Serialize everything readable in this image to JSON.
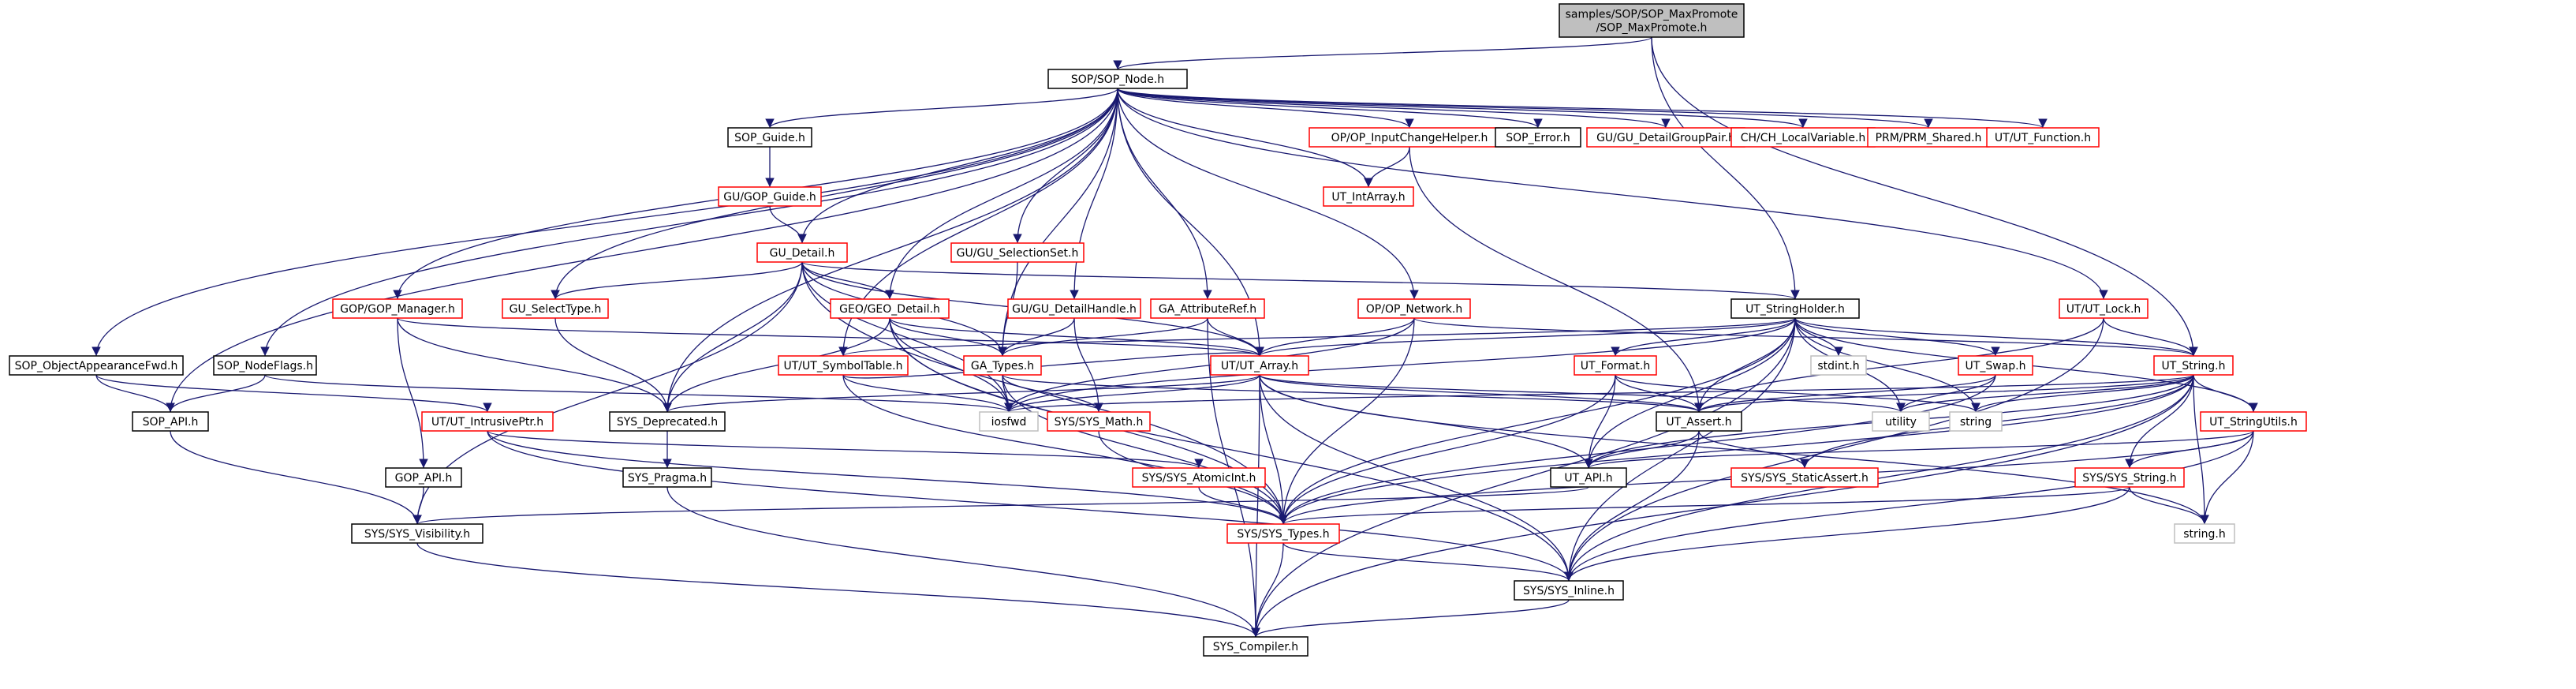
{
  "colors": {
    "edge": "#191970",
    "text_default": "#000000",
    "text_link_red": "#000000",
    "border_default": "#000000",
    "border_red": "#ff0000",
    "border_gray": "#bfbfbf",
    "root_fill": "#bfbfbf"
  },
  "nodes": [
    {
      "id": "root",
      "label": "samples/SOP/SOP_MaxPromote\n/SOP_MaxPromote.h",
      "style": "root"
    },
    {
      "id": "sop_node",
      "label": "SOP/SOP_Node.h",
      "style": "black"
    },
    {
      "id": "sop_guide",
      "label": "SOP_Guide.h",
      "style": "black"
    },
    {
      "id": "op_input",
      "label": "OP/OP_InputChangeHelper.h",
      "style": "red"
    },
    {
      "id": "sop_error",
      "label": "SOP_Error.h",
      "style": "black"
    },
    {
      "id": "gu_detailgroup",
      "label": "GU/GU_DetailGroupPair.h",
      "style": "red"
    },
    {
      "id": "ch_local",
      "label": "CH/CH_LocalVariable.h",
      "style": "red"
    },
    {
      "id": "prm_shared",
      "label": "PRM/PRM_Shared.h",
      "style": "red"
    },
    {
      "id": "ut_function",
      "label": "UT/UT_Function.h",
      "style": "red"
    },
    {
      "id": "gu_gop_guide",
      "label": "GU/GOP_Guide.h",
      "style": "red"
    },
    {
      "id": "ut_intarray",
      "label": "UT_IntArray.h",
      "style": "red"
    },
    {
      "id": "gu_detail",
      "label": "GU_Detail.h",
      "style": "red"
    },
    {
      "id": "gu_selectionset",
      "label": "GU/GU_SelectionSet.h",
      "style": "red"
    },
    {
      "id": "gop_manager",
      "label": "GOP/GOP_Manager.h",
      "style": "red"
    },
    {
      "id": "gu_selecttype",
      "label": "GU_SelectType.h",
      "style": "red"
    },
    {
      "id": "geo_detail",
      "label": "GEO/GEO_Detail.h",
      "style": "red"
    },
    {
      "id": "gu_detailhandle",
      "label": "GU/GU_DetailHandle.h",
      "style": "red"
    },
    {
      "id": "ga_attribref",
      "label": "GA_AttributeRef.h",
      "style": "red"
    },
    {
      "id": "op_network",
      "label": "OP/OP_Network.h",
      "style": "red"
    },
    {
      "id": "ut_stringholder",
      "label": "UT_StringHolder.h",
      "style": "black"
    },
    {
      "id": "ut_lock",
      "label": "UT/UT_Lock.h",
      "style": "red"
    },
    {
      "id": "sop_objapp",
      "label": "SOP_ObjectAppearanceFwd.h",
      "style": "black"
    },
    {
      "id": "sop_nodeflags",
      "label": "SOP_NodeFlags.h",
      "style": "black"
    },
    {
      "id": "ut_symboltable",
      "label": "UT/UT_SymbolTable.h",
      "style": "red"
    },
    {
      "id": "ga_types",
      "label": "GA_Types.h",
      "style": "red"
    },
    {
      "id": "ut_array",
      "label": "UT/UT_Array.h",
      "style": "red"
    },
    {
      "id": "ut_format",
      "label": "UT_Format.h",
      "style": "red"
    },
    {
      "id": "stdint",
      "label": "stdint.h",
      "style": "gray"
    },
    {
      "id": "ut_swap",
      "label": "UT_Swap.h",
      "style": "red"
    },
    {
      "id": "ut_string",
      "label": "UT_String.h",
      "style": "red"
    },
    {
      "id": "sop_api",
      "label": "SOP_API.h",
      "style": "black"
    },
    {
      "id": "ut_intrusiveptr",
      "label": "UT/UT_IntrusivePtr.h",
      "style": "red"
    },
    {
      "id": "sys_deprecated",
      "label": "SYS_Deprecated.h",
      "style": "black"
    },
    {
      "id": "iosfwd",
      "label": "iosfwd",
      "style": "gray"
    },
    {
      "id": "sys_math",
      "label": "SYS/SYS_Math.h",
      "style": "red"
    },
    {
      "id": "ut_assert",
      "label": "UT_Assert.h",
      "style": "black"
    },
    {
      "id": "utility",
      "label": "utility",
      "style": "gray"
    },
    {
      "id": "string",
      "label": "string",
      "style": "gray"
    },
    {
      "id": "ut_stringutils",
      "label": "UT_StringUtils.h",
      "style": "red"
    },
    {
      "id": "gop_api",
      "label": "GOP_API.h",
      "style": "black"
    },
    {
      "id": "sys_pragma",
      "label": "SYS_Pragma.h",
      "style": "black"
    },
    {
      "id": "sys_atomicint",
      "label": "SYS/SYS_AtomicInt.h",
      "style": "red"
    },
    {
      "id": "ut_api",
      "label": "UT_API.h",
      "style": "black"
    },
    {
      "id": "sys_staticassert",
      "label": "SYS/SYS_StaticAssert.h",
      "style": "red"
    },
    {
      "id": "sys_string",
      "label": "SYS/SYS_String.h",
      "style": "red"
    },
    {
      "id": "sys_visibility",
      "label": "SYS/SYS_Visibility.h",
      "style": "black"
    },
    {
      "id": "sys_types",
      "label": "SYS/SYS_Types.h",
      "style": "red"
    },
    {
      "id": "string_h",
      "label": "string.h",
      "style": "gray"
    },
    {
      "id": "sys_inline",
      "label": "SYS/SYS_Inline.h",
      "style": "black"
    },
    {
      "id": "sys_compiler",
      "label": "SYS_Compiler.h",
      "style": "black"
    }
  ],
  "edges": [
    [
      "root",
      "sop_node"
    ],
    [
      "root",
      "ut_stringholder"
    ],
    [
      "root",
      "ut_string"
    ],
    [
      "sop_node",
      "sop_guide"
    ],
    [
      "sop_node",
      "op_input"
    ],
    [
      "sop_node",
      "sop_error"
    ],
    [
      "sop_node",
      "gu_detailgroup"
    ],
    [
      "sop_node",
      "ch_local"
    ],
    [
      "sop_node",
      "prm_shared"
    ],
    [
      "sop_node",
      "ut_function"
    ],
    [
      "sop_node",
      "ut_intarray"
    ],
    [
      "sop_node",
      "gu_detail"
    ],
    [
      "sop_node",
      "gu_selectionset"
    ],
    [
      "sop_node",
      "gop_manager"
    ],
    [
      "sop_node",
      "gu_selecttype"
    ],
    [
      "sop_node",
      "geo_detail"
    ],
    [
      "sop_node",
      "gu_detailhandle"
    ],
    [
      "sop_node",
      "ga_attribref"
    ],
    [
      "sop_node",
      "op_network"
    ],
    [
      "sop_node",
      "ut_lock"
    ],
    [
      "sop_node",
      "sop_objapp"
    ],
    [
      "sop_node",
      "sop_nodeflags"
    ],
    [
      "sop_node",
      "ut_symboltable"
    ],
    [
      "sop_node",
      "ga_types"
    ],
    [
      "sop_node",
      "ut_array"
    ],
    [
      "sop_node",
      "sop_api"
    ],
    [
      "sop_node",
      "sys_deprecated"
    ],
    [
      "sop_guide",
      "gu_gop_guide"
    ],
    [
      "gu_gop_guide",
      "gu_detail"
    ],
    [
      "op_input",
      "ut_intarray"
    ],
    [
      "op_input",
      "ut_assert"
    ],
    [
      "gu_detail",
      "gu_selecttype"
    ],
    [
      "gu_detail",
      "geo_detail"
    ],
    [
      "gu_detail",
      "ga_types"
    ],
    [
      "gu_detail",
      "ut_stringholder"
    ],
    [
      "gu_detail",
      "ut_array"
    ],
    [
      "gu_detail",
      "sys_deprecated"
    ],
    [
      "gu_detail",
      "iosfwd"
    ],
    [
      "gu_detail",
      "sys_visibility"
    ],
    [
      "gu_detail",
      "sys_types"
    ],
    [
      "gu_selectionset",
      "ga_types"
    ],
    [
      "gop_manager",
      "gop_api"
    ],
    [
      "gop_manager",
      "ut_array"
    ],
    [
      "gop_manager",
      "sys_deprecated"
    ],
    [
      "gu_selecttype",
      "sys_deprecated"
    ],
    [
      "geo_detail",
      "ga_types"
    ],
    [
      "geo_detail",
      "ut_array"
    ],
    [
      "geo_detail",
      "iosfwd"
    ],
    [
      "geo_detail",
      "sys_deprecated"
    ],
    [
      "geo_detail",
      "sys_types"
    ],
    [
      "geo_detail",
      "sys_inline"
    ],
    [
      "gu_detailhandle",
      "ga_types"
    ],
    [
      "gu_detailhandle",
      "sys_math"
    ],
    [
      "ga_attribref",
      "ga_types"
    ],
    [
      "ga_attribref",
      "ut_array"
    ],
    [
      "ga_attribref",
      "sys_compiler"
    ],
    [
      "op_network",
      "ut_array"
    ],
    [
      "op_network",
      "ut_string"
    ],
    [
      "op_network",
      "iosfwd"
    ],
    [
      "op_network",
      "sys_types"
    ],
    [
      "ut_stringholder",
      "ut_symboltable"
    ],
    [
      "ut_stringholder",
      "ut_array"
    ],
    [
      "ut_stringholder",
      "ut_format"
    ],
    [
      "ut_stringholder",
      "stdint"
    ],
    [
      "ut_stringholder",
      "ut_swap"
    ],
    [
      "ut_stringholder",
      "ut_string"
    ],
    [
      "ut_stringholder",
      "ut_assert"
    ],
    [
      "ut_stringholder",
      "utility"
    ],
    [
      "ut_stringholder",
      "string"
    ],
    [
      "ut_stringholder",
      "ut_stringutils"
    ],
    [
      "ut_stringholder",
      "ut_api"
    ],
    [
      "ut_stringholder",
      "sys_types"
    ],
    [
      "ut_stringholder",
      "sys_compiler"
    ],
    [
      "ut_stringholder",
      "sys_inline"
    ],
    [
      "ut_stringholder",
      "iosfwd"
    ],
    [
      "ut_lock",
      "ut_string"
    ],
    [
      "ut_lock",
      "ut_assert"
    ],
    [
      "ut_lock",
      "sys_inline"
    ],
    [
      "sop_objapp",
      "sop_api"
    ],
    [
      "sop_objapp",
      "ut_intrusiveptr"
    ],
    [
      "sop_nodeflags",
      "sop_api"
    ],
    [
      "sop_nodeflags",
      "iosfwd"
    ],
    [
      "ut_symboltable",
      "iosfwd"
    ],
    [
      "ut_symboltable",
      "sys_types"
    ],
    [
      "ut_symboltable",
      "ut_array"
    ],
    [
      "ga_types",
      "sys_math"
    ],
    [
      "ga_types",
      "ut_assert"
    ],
    [
      "ga_types",
      "sys_types"
    ],
    [
      "ga_types",
      "iosfwd"
    ],
    [
      "ut_array",
      "ut_assert"
    ],
    [
      "ut_array",
      "ut_api"
    ],
    [
      "ut_array",
      "sys_types"
    ],
    [
      "ut_array",
      "sys_inline"
    ],
    [
      "ut_array",
      "sys_compiler"
    ],
    [
      "ut_array",
      "string_h"
    ],
    [
      "ut_array",
      "utility"
    ],
    [
      "ut_array",
      "iosfwd"
    ],
    [
      "ut_array",
      "sys_deprecated"
    ],
    [
      "ut_format",
      "ut_assert"
    ],
    [
      "ut_format",
      "ut_api"
    ],
    [
      "ut_format",
      "sys_types"
    ],
    [
      "ut_format",
      "string"
    ],
    [
      "ut_swap",
      "ut_assert"
    ],
    [
      "ut_swap",
      "utility"
    ],
    [
      "ut_swap",
      "sys_types"
    ],
    [
      "ut_string",
      "ut_assert"
    ],
    [
      "ut_string",
      "ut_stringutils"
    ],
    [
      "ut_string",
      "sys_string"
    ],
    [
      "ut_string",
      "ut_api"
    ],
    [
      "ut_string",
      "sys_types"
    ],
    [
      "ut_string",
      "sys_inline"
    ],
    [
      "ut_string",
      "string_h"
    ],
    [
      "ut_string",
      "iosfwd"
    ],
    [
      "ut_string",
      "utility"
    ],
    [
      "ut_string",
      "string"
    ],
    [
      "ut_string",
      "sys_staticassert"
    ],
    [
      "ut_string",
      "sys_compiler"
    ],
    [
      "sop_api",
      "sys_visibility"
    ],
    [
      "ut_intrusiveptr",
      "sys_atomicint"
    ],
    [
      "ut_intrusiveptr",
      "sys_inline"
    ],
    [
      "ut_intrusiveptr",
      "sys_types"
    ],
    [
      "sys_deprecated",
      "sys_pragma"
    ],
    [
      "sys_math",
      "sys_types"
    ],
    [
      "ut_assert",
      "ut_api"
    ],
    [
      "ut_assert",
      "sys_staticassert"
    ],
    [
      "ut_assert",
      "sys_inline"
    ],
    [
      "ut_stringutils",
      "sys_string"
    ],
    [
      "ut_stringutils",
      "ut_api"
    ],
    [
      "ut_stringutils",
      "string_h"
    ],
    [
      "ut_stringutils",
      "sys_types"
    ],
    [
      "ut_stringutils",
      "sys_inline"
    ],
    [
      "gop_api",
      "sys_visibility"
    ],
    [
      "sys_pragma",
      "sys_compiler"
    ],
    [
      "sys_atomicint",
      "sys_types"
    ],
    [
      "ut_api",
      "sys_visibility"
    ],
    [
      "sys_string",
      "sys_types"
    ],
    [
      "sys_string",
      "string_h"
    ],
    [
      "sys_string",
      "sys_inline"
    ],
    [
      "sys_visibility",
      "sys_compiler"
    ],
    [
      "sys_types",
      "sys_inline"
    ],
    [
      "sys_types",
      "sys_compiler"
    ],
    [
      "sys_inline",
      "sys_compiler"
    ]
  ]
}
